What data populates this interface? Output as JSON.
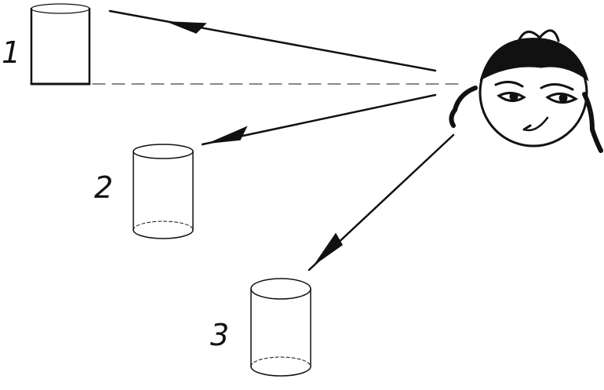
{
  "cylinders": [
    {
      "label": "1"
    },
    {
      "label": "2"
    },
    {
      "label": "3"
    }
  ],
  "colors": {
    "ink": "#111111",
    "background": "#ffffff"
  }
}
